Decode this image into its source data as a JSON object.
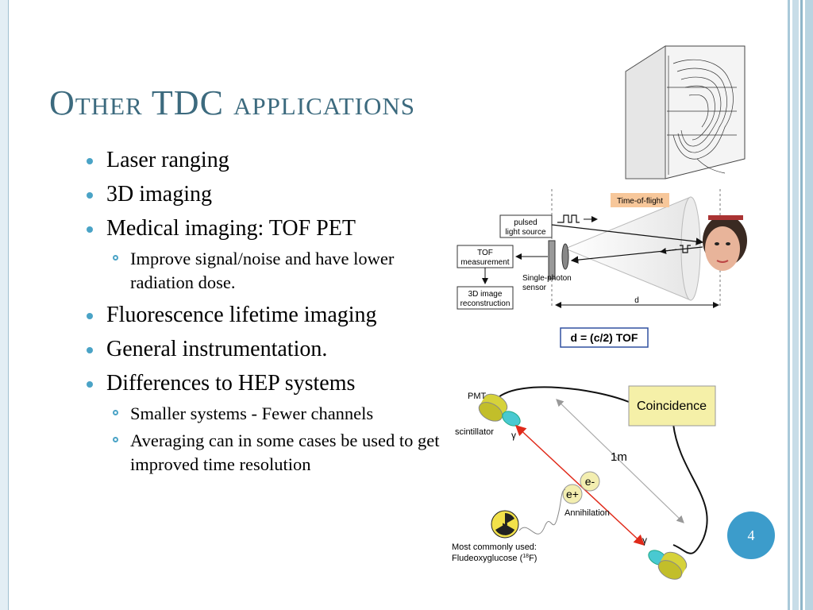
{
  "slide": {
    "title_first": "O",
    "title_rest": "THER",
    "title_mid": " TDC ",
    "title_last": "APPLICATIONS",
    "page_number": "4"
  },
  "bullets": [
    {
      "text": "Laser ranging"
    },
    {
      "text": "3D imaging"
    },
    {
      "text": "Medical imaging: TOF PET",
      "sub": [
        "Improve signal/noise and have lower radiation dose."
      ]
    },
    {
      "text": "Fluorescence lifetime imaging"
    },
    {
      "text": "General instrumentation."
    },
    {
      "text": "Differences to HEP systems",
      "sub": [
        "Smaller systems - Fewer channels",
        "Averaging can in some cases be used to get improved time resolution"
      ]
    }
  ],
  "tof_diagram": {
    "time_of_flight": "Time-of-flight",
    "pulsed_light_line1": "pulsed",
    "pulsed_light_line2": "light source",
    "tof_measure_line1": "TOF",
    "tof_measure_line2": "measurement",
    "sensor_line1": "Single-photon",
    "sensor_line2": "sensor",
    "recon_line1": "3D image",
    "recon_line2": "reconstruction",
    "d_label": "d",
    "formula": "d = (c/2) TOF"
  },
  "pet_diagram": {
    "pmt": "PMT",
    "scintillator": "scintillator",
    "gamma": "γ",
    "coincidence": "Coincidence",
    "distance": "1m",
    "e_minus": "e-",
    "e_plus": "e+",
    "annihilation": "Annihilation",
    "common_line1": "Most commonly used:",
    "common_line2a": "Fludeoxyglucose (",
    "common_sup": "18",
    "common_line2b": "F)"
  },
  "colors": {
    "title": "#3c6a7e",
    "bullet": "#4aa3c6",
    "slide_number_bg": "#3c9ccb",
    "coincidence_bg": "#f5f0a8",
    "time_of_flight_bg": "#f7c79a",
    "arrow_red": "#e02a1a"
  }
}
